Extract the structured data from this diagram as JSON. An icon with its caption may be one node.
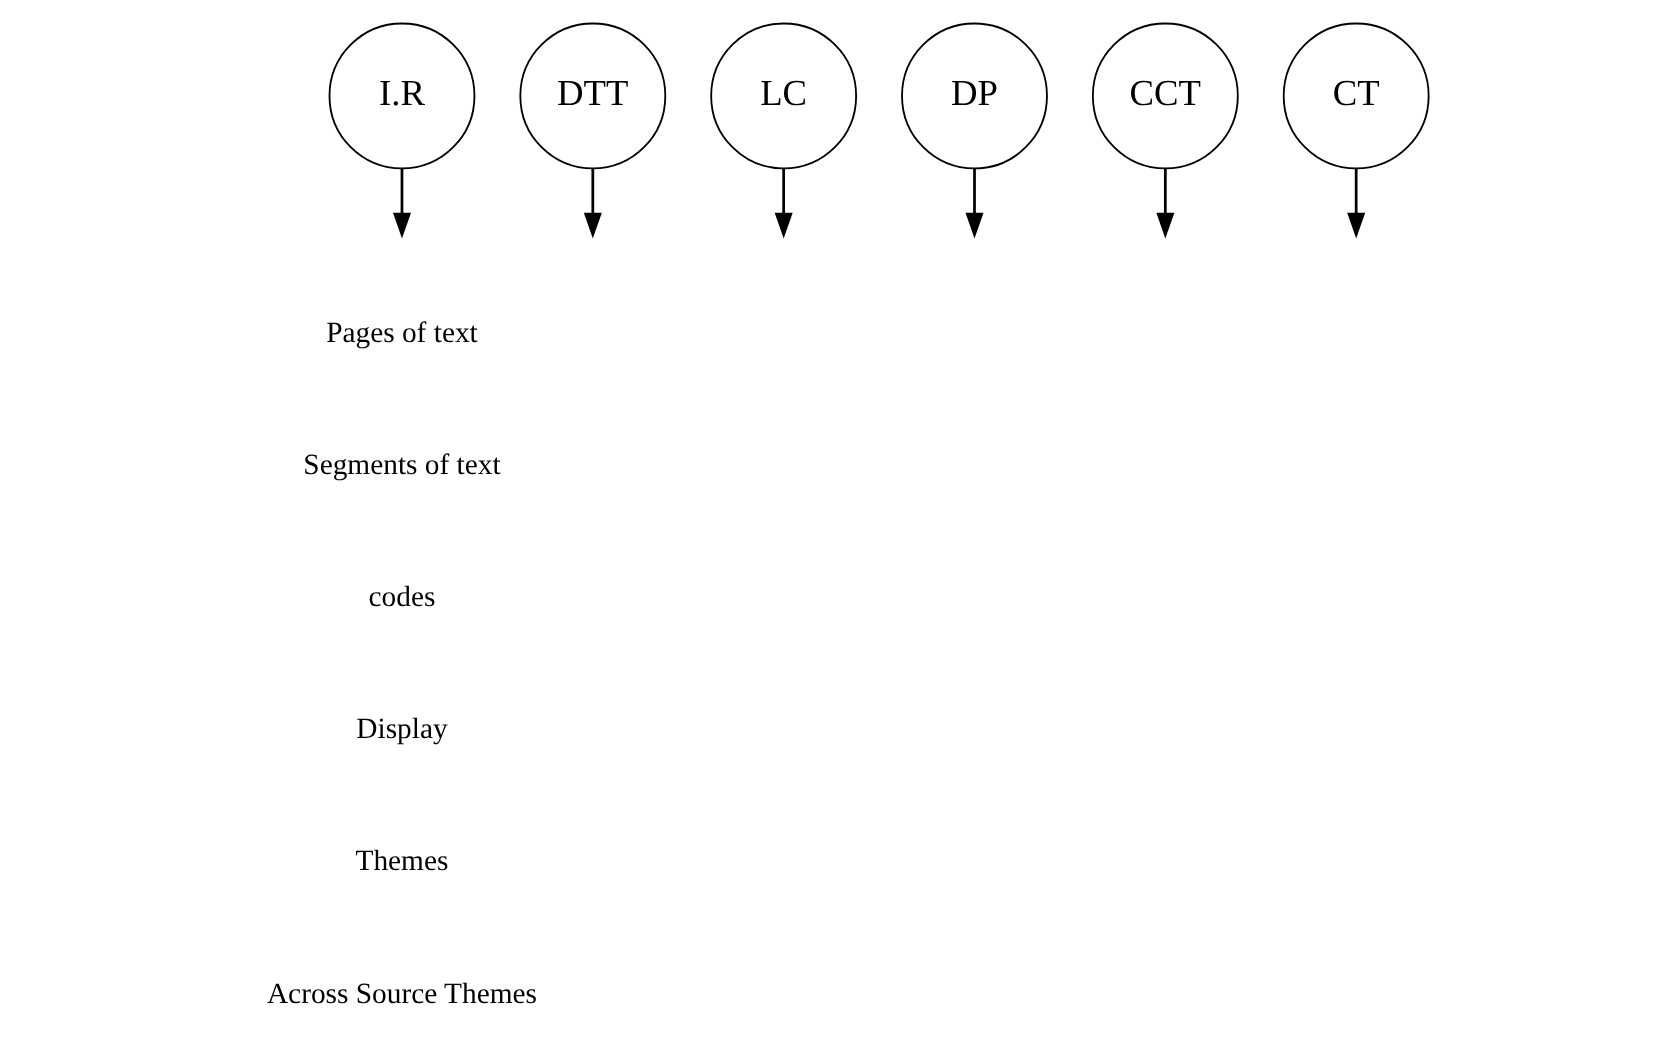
{
  "diagram": {
    "nodes": [
      {
        "text": [
          "I.R"
        ]
      },
      {
        "text": [
          "DTT"
        ]
      },
      {
        "text": [
          "LC"
        ]
      },
      {
        "text": [
          "DP"
        ]
      },
      {
        "text": [
          "CCT"
        ]
      },
      {
        "text": [
          "CT"
        ]
      }
    ],
    "edges": [
      {
        "from": 0,
        "to": null,
        "arrow": "to"
      },
      {
        "from": 1,
        "to": null,
        "arrow": "to"
      },
      {
        "from": 2,
        "to": null,
        "arrow": "to"
      },
      {
        "from": 3,
        "to": null,
        "arrow": "to"
      },
      {
        "from": 4,
        "to": null,
        "arrow": "to"
      },
      {
        "from": 5,
        "to": null,
        "arrow": "to"
      }
    ],
    "labels": [
      "Pages of text",
      "Segments of text",
      "codes",
      "Display",
      "Themes",
      "Across Source Themes"
    ]
  }
}
